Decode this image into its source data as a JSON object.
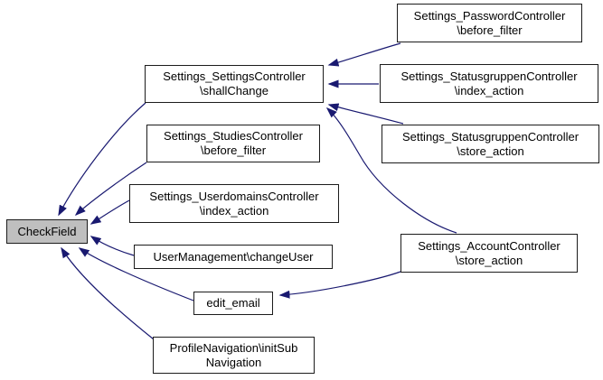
{
  "diagram_type": "doxygen-caller-graph",
  "colors": {
    "edge_arrow": "#191970",
    "node_border": "#1c1c1c",
    "node_fill": "#ffffff",
    "current_node_fill": "#bfbfbf",
    "background": "#ffffff",
    "text": "#000000"
  },
  "nodes": {
    "checkfield": {
      "label": "CheckField"
    },
    "password": {
      "line1": "Settings_PasswordController",
      "line2": "\\before_filter"
    },
    "statusgruppen_index": {
      "line1": "Settings_StatusgruppenController",
      "line2": "\\index_action"
    },
    "shallchange": {
      "line1": "Settings_SettingsController",
      "line2": "\\shallChange"
    },
    "statusgruppen_store": {
      "line1": "Settings_StatusgruppenController",
      "line2": "\\store_action"
    },
    "studies": {
      "line1": "Settings_StudiesController",
      "line2": "\\before_filter"
    },
    "userdomains": {
      "line1": "Settings_UserdomainsController",
      "line2": "\\index_action"
    },
    "usermanagement": {
      "label": "UserManagement\\changeUser"
    },
    "account": {
      "line1": "Settings_AccountController",
      "line2": "\\store_action"
    },
    "edit_email": {
      "label": "edit_email"
    },
    "profilenav": {
      "line1": "ProfileNavigation\\initSub",
      "line2": "Navigation"
    }
  },
  "edges": [
    {
      "from": "Settings_SettingsController\\shallChange",
      "to": "CheckField"
    },
    {
      "from": "Settings_StudiesController\\before_filter",
      "to": "CheckField"
    },
    {
      "from": "Settings_UserdomainsController\\index_action",
      "to": "CheckField"
    },
    {
      "from": "UserManagement\\changeUser",
      "to": "CheckField"
    },
    {
      "from": "edit_email",
      "to": "CheckField"
    },
    {
      "from": "ProfileNavigation\\initSubNavigation",
      "to": "CheckField"
    },
    {
      "from": "Settings_PasswordController\\before_filter",
      "to": "Settings_SettingsController\\shallChange"
    },
    {
      "from": "Settings_StatusgruppenController\\index_action",
      "to": "Settings_SettingsController\\shallChange"
    },
    {
      "from": "Settings_StatusgruppenController\\store_action",
      "to": "Settings_SettingsController\\shallChange"
    },
    {
      "from": "Settings_AccountController\\store_action",
      "to": "Settings_SettingsController\\shallChange"
    },
    {
      "from": "Settings_AccountController\\store_action",
      "to": "edit_email"
    }
  ]
}
